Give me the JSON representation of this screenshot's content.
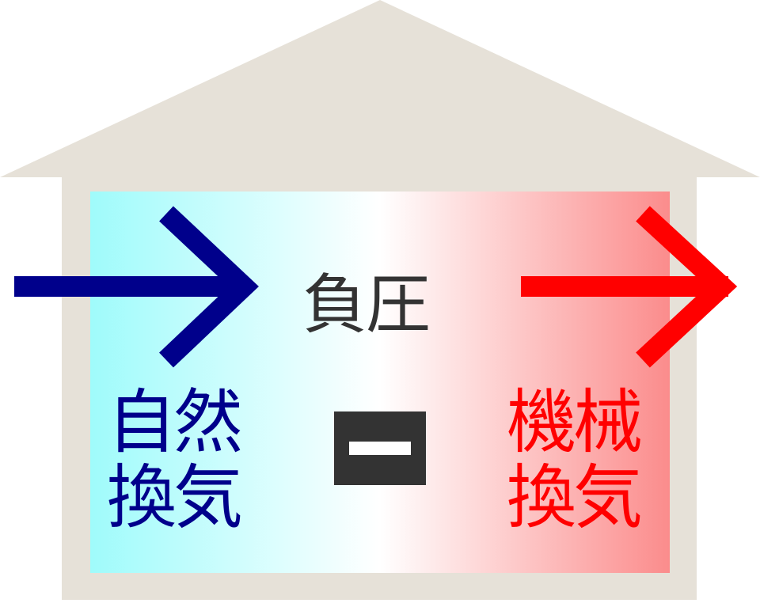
{
  "colors": {
    "house": "#e6e1d8",
    "cool": "#9ffbfb",
    "warm": "#fb8c8c",
    "natural": "#00008b",
    "mechanical": "#ff0000",
    "badge": "#333333",
    "badge_mark": "#ffffff"
  },
  "pressure_label": "負圧",
  "natural_ventilation": {
    "line1": "自然",
    "line2": "換気"
  },
  "mechanical_ventilation": {
    "line1": "機械",
    "line2": "換気"
  },
  "pressure_badge_icon": "minus-icon"
}
